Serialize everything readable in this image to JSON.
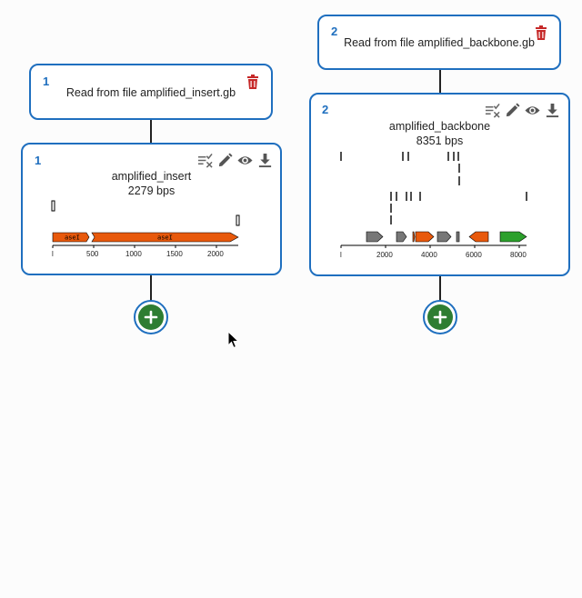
{
  "source1": {
    "number": "1",
    "text": "Read from file amplified_insert.gb"
  },
  "source2": {
    "number": "2",
    "text": "Read from file amplified_backbone.gb"
  },
  "seq1": {
    "number": "1",
    "name": "amplified_insert",
    "length": "2279 bps",
    "axis_labels": [
      "l",
      "500",
      "1000",
      "1500",
      "2000"
    ],
    "feature_labels": [
      "aseI",
      "aseI"
    ],
    "feature_color": "#e8590c"
  },
  "seq2": {
    "number": "2",
    "name": "amplified_backbone",
    "length": "8351 bps",
    "axis_labels": [
      "l",
      "2000",
      "4000",
      "6000",
      "8000"
    ],
    "feature_colors": [
      "#777777",
      "#e8590c",
      "#2ca02c"
    ]
  },
  "icons": [
    "select-regions-icon",
    "edit-icon",
    "eye-icon",
    "download-icon",
    "trash-icon",
    "plus-icon"
  ],
  "colors": {
    "accent": "#1f6fbf",
    "add_button": "#2e7d32",
    "delete": "#c62828"
  }
}
